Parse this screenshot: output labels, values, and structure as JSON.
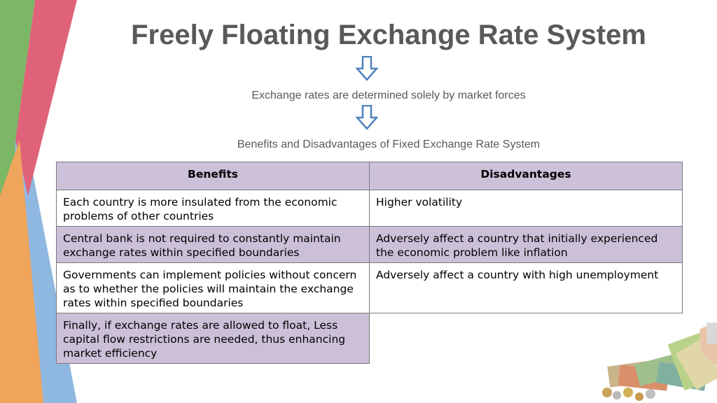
{
  "slide": {
    "title": "Freely Floating Exchange Rate System",
    "line1": "Exchange rates are determined solely by market forces",
    "line2": "Benefits and Disadvantages of Fixed Exchange Rate System"
  },
  "table": {
    "headers": [
      "Benefits",
      "Disadvantages"
    ],
    "rows": [
      {
        "benefit": "Each country is more insulated from the economic problems of other countries",
        "disadvantage": "Higher volatility"
      },
      {
        "benefit": "Central bank is not required to constantly maintain exchange rates within specified boundaries",
        "disadvantage": "Adversely affect a country that initially experienced the economic problem like inflation"
      },
      {
        "benefit": "Governments can implement policies without concern as to whether the policies will maintain the exchange rates within specified boundaries",
        "disadvantage": "Adversely affect a country with high unemployment"
      },
      {
        "benefit": "Finally, if exchange rates are allowed to float, Less capital flow restrictions are needed, thus enhancing market efficiency",
        "disadvantage": ""
      }
    ]
  },
  "colors": {
    "title_gray": "#595959",
    "header_purple": "#cdc1d9",
    "row_purple": "#ccc0d8",
    "arrow_blue": "#4f81bd",
    "stripe_green": "#7cb765",
    "stripe_pink": "#e0627a",
    "stripe_orange": "#f0a55c",
    "stripe_blue": "#8fb8e0"
  },
  "icons": {
    "down_arrow": "down-arrow-icon",
    "money_image": "money-image"
  }
}
